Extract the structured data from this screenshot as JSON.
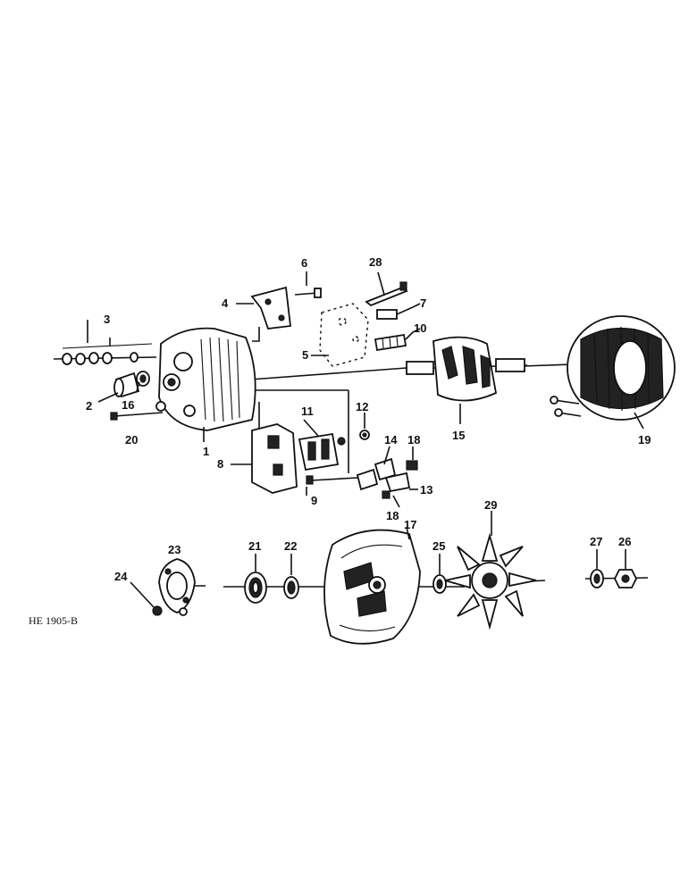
{
  "figure": {
    "code": "HE 1905-B",
    "callouts": [
      "1",
      "2",
      "3",
      "4",
      "5",
      "6",
      "7",
      "8",
      "9",
      "10",
      "11",
      "12",
      "13",
      "14",
      "15",
      "16",
      "17",
      "18",
      "18",
      "19",
      "20",
      "21",
      "22",
      "23",
      "24",
      "25",
      "26",
      "27",
      "28",
      "29"
    ]
  }
}
